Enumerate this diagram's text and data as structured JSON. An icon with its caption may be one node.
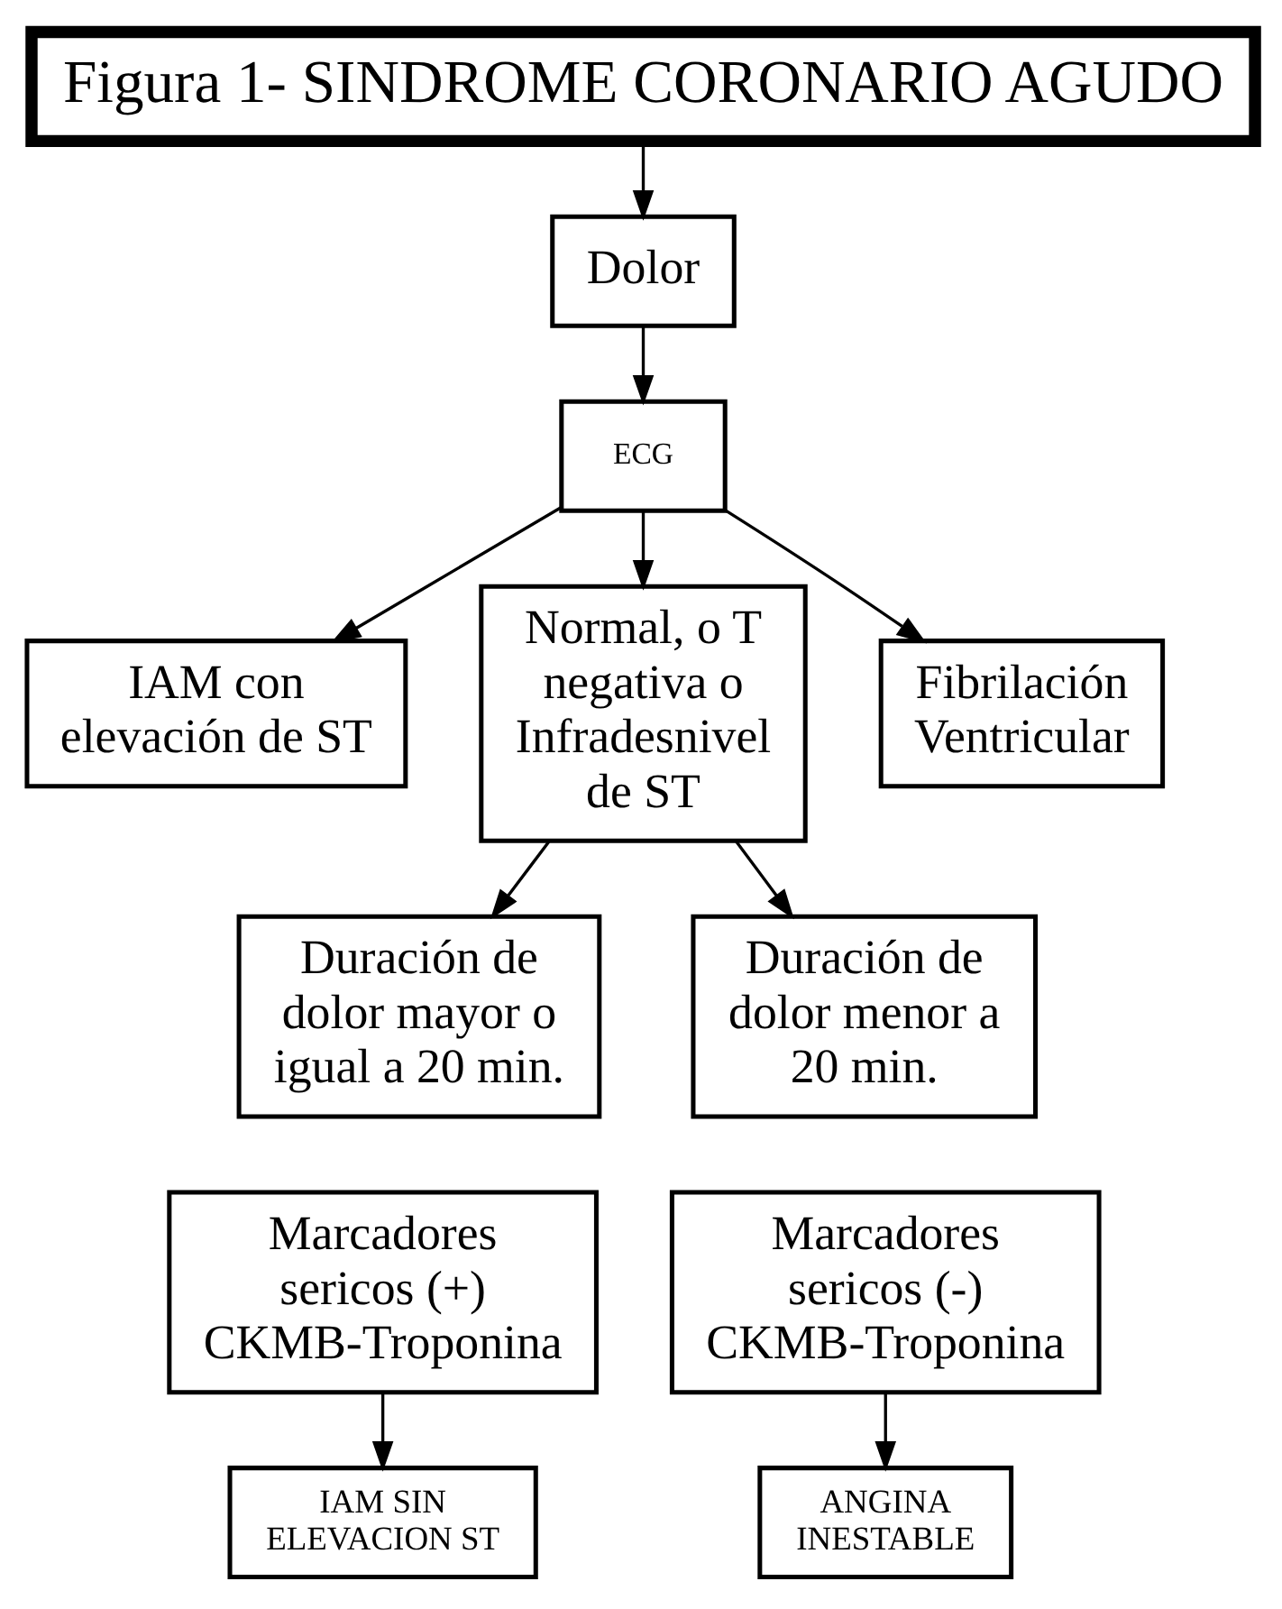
{
  "diagram": {
    "nodes": [
      {
        "text": [
          "Figura 1- SINDROME CORONARIO AGUDO"
        ]
      },
      {
        "text": [
          "Dolor"
        ]
      },
      {
        "text": [
          "ECG"
        ]
      },
      {
        "text": [
          "IAM con elevación de ST"
        ]
      },
      {
        "text": [
          "Normal, o T negativa o Infradesnivel de ST"
        ]
      },
      {
        "text": [
          "Fibrilación Ventricular"
        ]
      },
      {
        "text": [
          "Duración de dolor mayor o igual a 20 min."
        ]
      },
      {
        "text": [
          "Duración de dolor menor a 20 min."
        ]
      },
      {
        "text": [
          "Marcadores sericos (+) CKMB-Troponina"
        ]
      },
      {
        "text": [
          "Marcadores sericos (-) CKMB-Troponina"
        ]
      },
      {
        "text": [
          "IAM SIN ELEVACION ST"
        ]
      },
      {
        "text": [
          "ANGINA INESTABLE"
        ]
      }
    ],
    "edges": [
      {
        "from": 0,
        "to": 1,
        "arrow": "to"
      },
      {
        "from": 1,
        "to": 2,
        "arrow": "to"
      },
      {
        "from": 2,
        "to": 3,
        "arrow": "to"
      },
      {
        "from": 2,
        "to": 4,
        "arrow": "to"
      },
      {
        "from": 2,
        "to": 5,
        "arrow": "to"
      },
      {
        "from": 4,
        "to": 6,
        "arrow": "to"
      },
      {
        "from": 4,
        "to": 7,
        "arrow": "to"
      },
      {
        "from": 8,
        "to": 10,
        "arrow": "to"
      },
      {
        "from": 9,
        "to": 11,
        "arrow": "to"
      }
    ]
  }
}
